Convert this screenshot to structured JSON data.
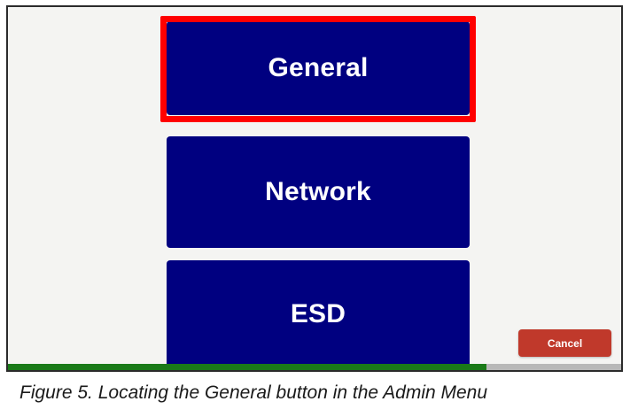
{
  "figure": {
    "caption": "Figure 5. Locating the General button in the Admin Menu"
  },
  "screen": {
    "title": "Admin Menu",
    "background_color": "#f4f4f2",
    "frame_color": "#2b2b2b"
  },
  "menu": {
    "button_color": "#000080",
    "button_text_color": "#ffffff",
    "items": [
      {
        "label": "General",
        "highlighted": true
      },
      {
        "label": "Network",
        "highlighted": false
      },
      {
        "label": "ESD",
        "highlighted": false
      }
    ]
  },
  "annotation": {
    "highlight_color": "#ff0000",
    "target": "General"
  },
  "actions": {
    "cancel_label": "Cancel",
    "cancel_color": "#c0392b"
  },
  "status_bar": {
    "fill_color": "#1a7a18",
    "track_color": "#b8b8b8",
    "progress_percent": "78%"
  }
}
